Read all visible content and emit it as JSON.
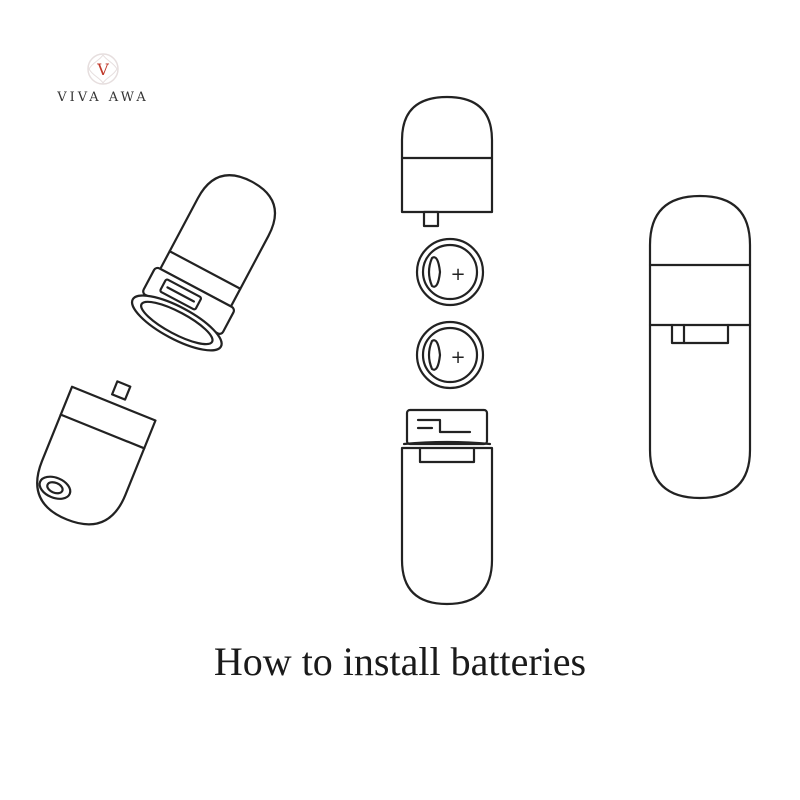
{
  "brand": {
    "logo_text": "VIVA AWA",
    "logo_glyph": "V",
    "accent_color": "#c0392b"
  },
  "caption": "How to install batteries",
  "battery": {
    "symbol": "+",
    "count": 2
  },
  "colors": {
    "line": "#222222",
    "background": "#ffffff"
  }
}
